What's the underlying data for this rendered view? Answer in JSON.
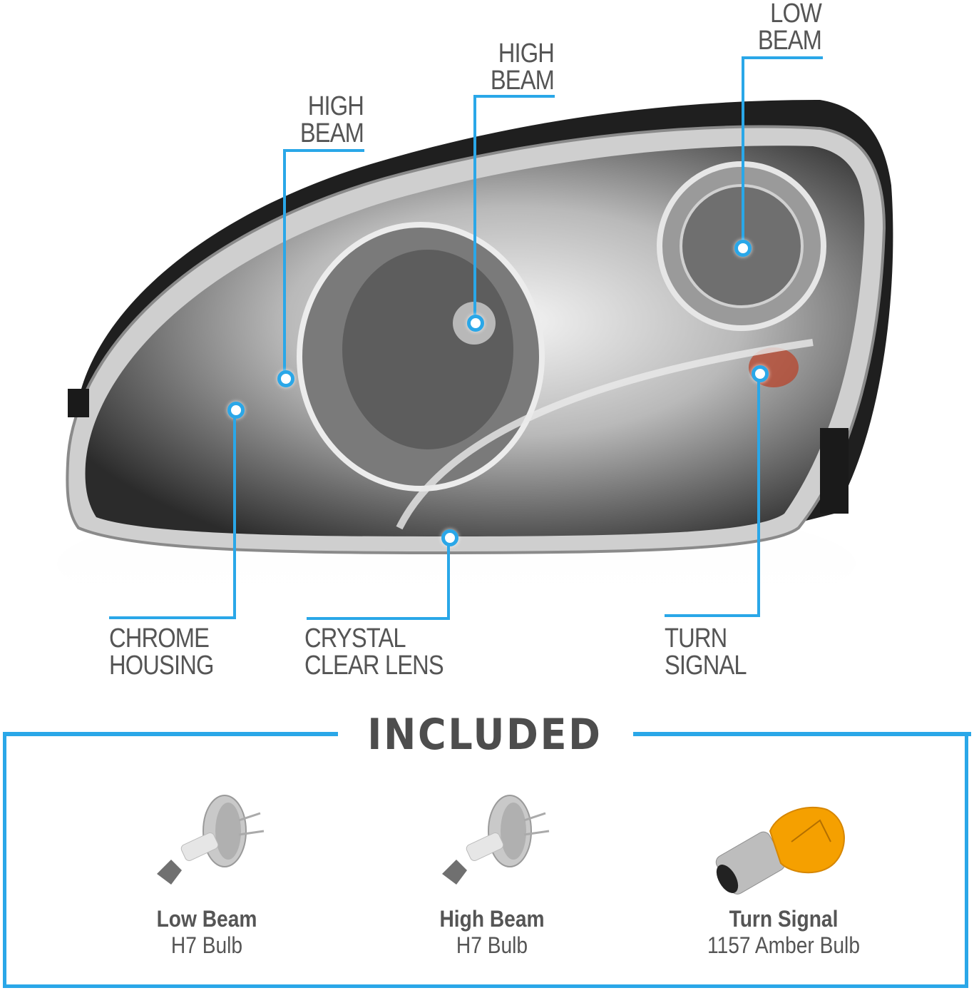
{
  "callouts": {
    "high_beam_1": {
      "line1": "HIGH",
      "line2": "BEAM"
    },
    "high_beam_2": {
      "line1": "HIGH",
      "line2": "BEAM"
    },
    "low_beam": {
      "line1": "LOW",
      "line2": "BEAM"
    },
    "chrome_housing": {
      "line1": "CHROME",
      "line2": "HOUSING"
    },
    "crystal_clear_lens": {
      "line1": "CRYSTAL",
      "line2": "CLEAR LENS"
    },
    "turn_signal": {
      "line1": "TURN",
      "line2": "SIGNAL"
    }
  },
  "included": {
    "title": "INCLUDED",
    "items": [
      {
        "title": "Low Beam",
        "subtitle": "H7 Bulb",
        "icon": "h7-bulb-icon"
      },
      {
        "title": "High Beam",
        "subtitle": "H7 Bulb",
        "icon": "h7-bulb-icon"
      },
      {
        "title": "Turn Signal",
        "subtitle": "1157 Amber Bulb",
        "icon": "amber-1157-bulb-icon"
      }
    ]
  },
  "colors": {
    "accent": "#2aa7e8",
    "text": "#555555",
    "amber": "#f5a000"
  }
}
